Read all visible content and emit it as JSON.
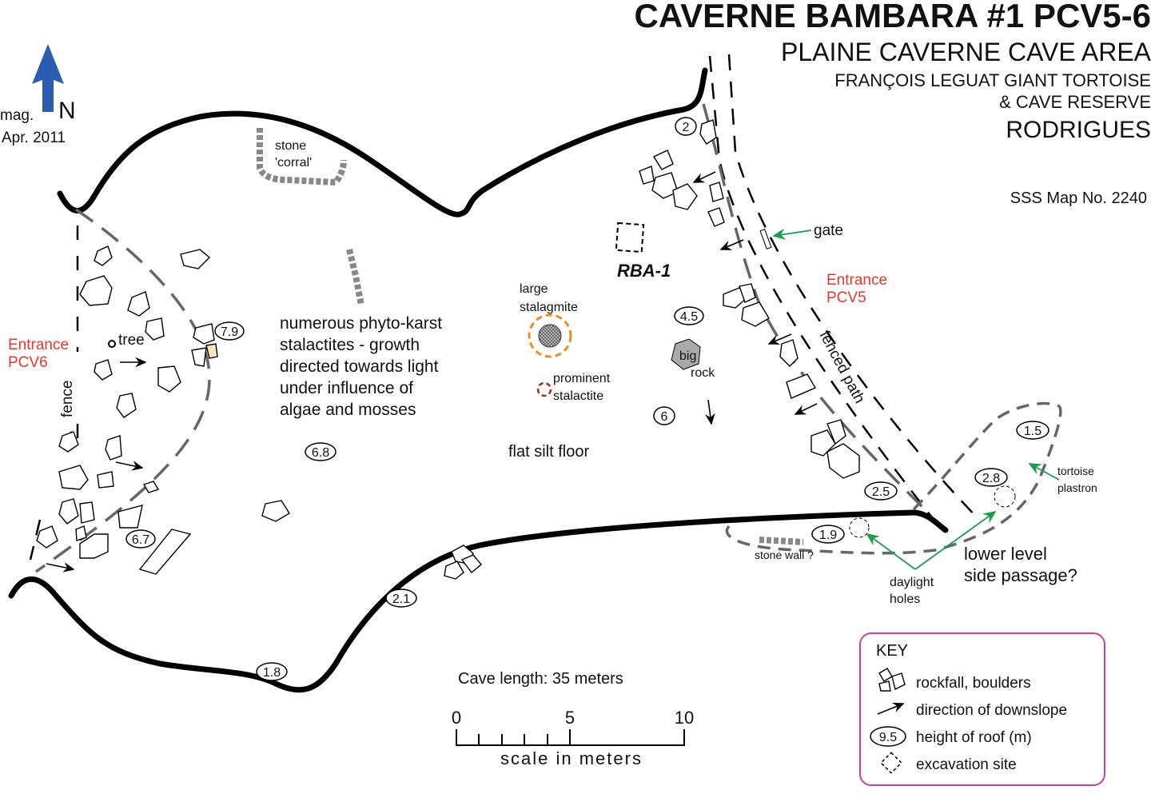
{
  "title": {
    "main": "CAVERNE BAMBARA #1  PCV5-6",
    "area": "PLAINE CAVERNE CAVE AREA",
    "reserve_line1": "FRANÇOIS LEGUAT GIANT TORTOISE",
    "reserve_line2": "& CAVE RESERVE",
    "island": "RODRIGUES",
    "map_number": "SSS Map No. 2240"
  },
  "north": {
    "mag": "mag.",
    "letter": "N",
    "date": "Apr. 2011"
  },
  "labels": {
    "stone_corral_1": "stone",
    "stone_corral_2": "'corral'",
    "gate": "gate",
    "entrance_pcv5_1": "Entrance",
    "entrance_pcv5_2": "PCV5",
    "entrance_pcv6_1": "Entrance",
    "entrance_pcv6_2": "PCV6",
    "fenced_path": "fenced path",
    "fence": "fence",
    "tree": "tree",
    "rba": "RBA-1",
    "large_stalagmite_1": "large",
    "large_stalagmite_2": "stalagmite",
    "prominent_stalactite_1": "prominent",
    "prominent_stalactite_2": "stalactite",
    "big_rock_1": "big",
    "big_rock_2": "rock",
    "phyto": [
      "numerous phyto-karst",
      "stalactites - growth",
      "directed towards light",
      "under influence of",
      "algae and mosses"
    ],
    "flat_silt_floor": "flat silt floor",
    "stone_wall": "stone wall ?",
    "daylight_1": "daylight",
    "daylight_2": "holes",
    "lower_level_1": "lower level",
    "lower_level_2": "side passage?",
    "tortoise_1": "tortoise",
    "tortoise_2": "plastron"
  },
  "roof_heights": [
    "2",
    "7.9",
    "4.5",
    "6",
    "6.8",
    "6.7",
    "2.1",
    "1.8",
    "2.5",
    "1.9",
    "2.8",
    "1.5"
  ],
  "scale": {
    "cave_length": "Cave length:   35 meters",
    "ticks": [
      "0",
      "5",
      "10"
    ],
    "label": "scale in meters"
  },
  "key": {
    "title": "KEY",
    "items": [
      "rockfall, boulders",
      "direction of downslope",
      "height of roof (m)",
      "excavation site"
    ],
    "sample_height": "9.5"
  },
  "colors": {
    "north_arrow": "#2a5db0",
    "entrance": "#e8372a",
    "key_border": "#d63a9e",
    "green_arrows": "#1a9e4a",
    "stalagmite_ring": "#f08a24",
    "stalactite_ring": "#b3261e"
  }
}
